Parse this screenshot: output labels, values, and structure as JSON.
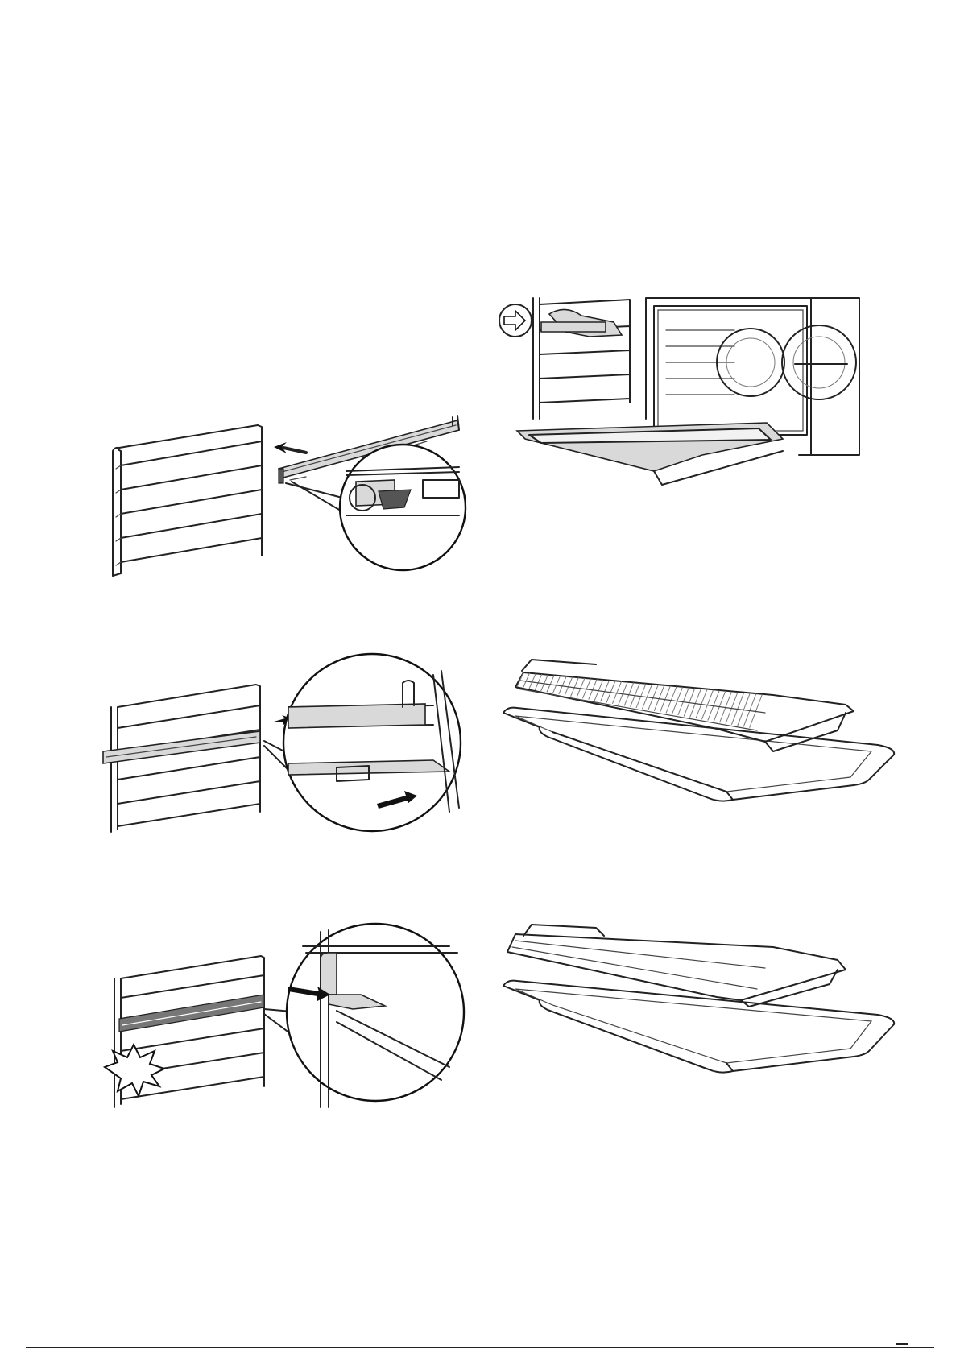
{
  "figures": [
    {
      "id": "rack-rail-slide-in",
      "icon": "rack-rail-slide-in-illustration"
    },
    {
      "id": "oven-rack-release",
      "icon": "oven-rack-release-illustration"
    },
    {
      "id": "rail-detail-push",
      "icon": "rail-detail-push-illustration"
    },
    {
      "id": "grid-on-tray-1",
      "icon": "grid-on-tray-illustration"
    },
    {
      "id": "rail-clip-click",
      "icon": "rail-clip-click-illustration"
    },
    {
      "id": "grid-on-tray-2",
      "icon": "grid-on-tray-illustration"
    }
  ],
  "colors": {
    "line": "#222222",
    "fill": "#d9d9d9",
    "background": "#ffffff"
  }
}
